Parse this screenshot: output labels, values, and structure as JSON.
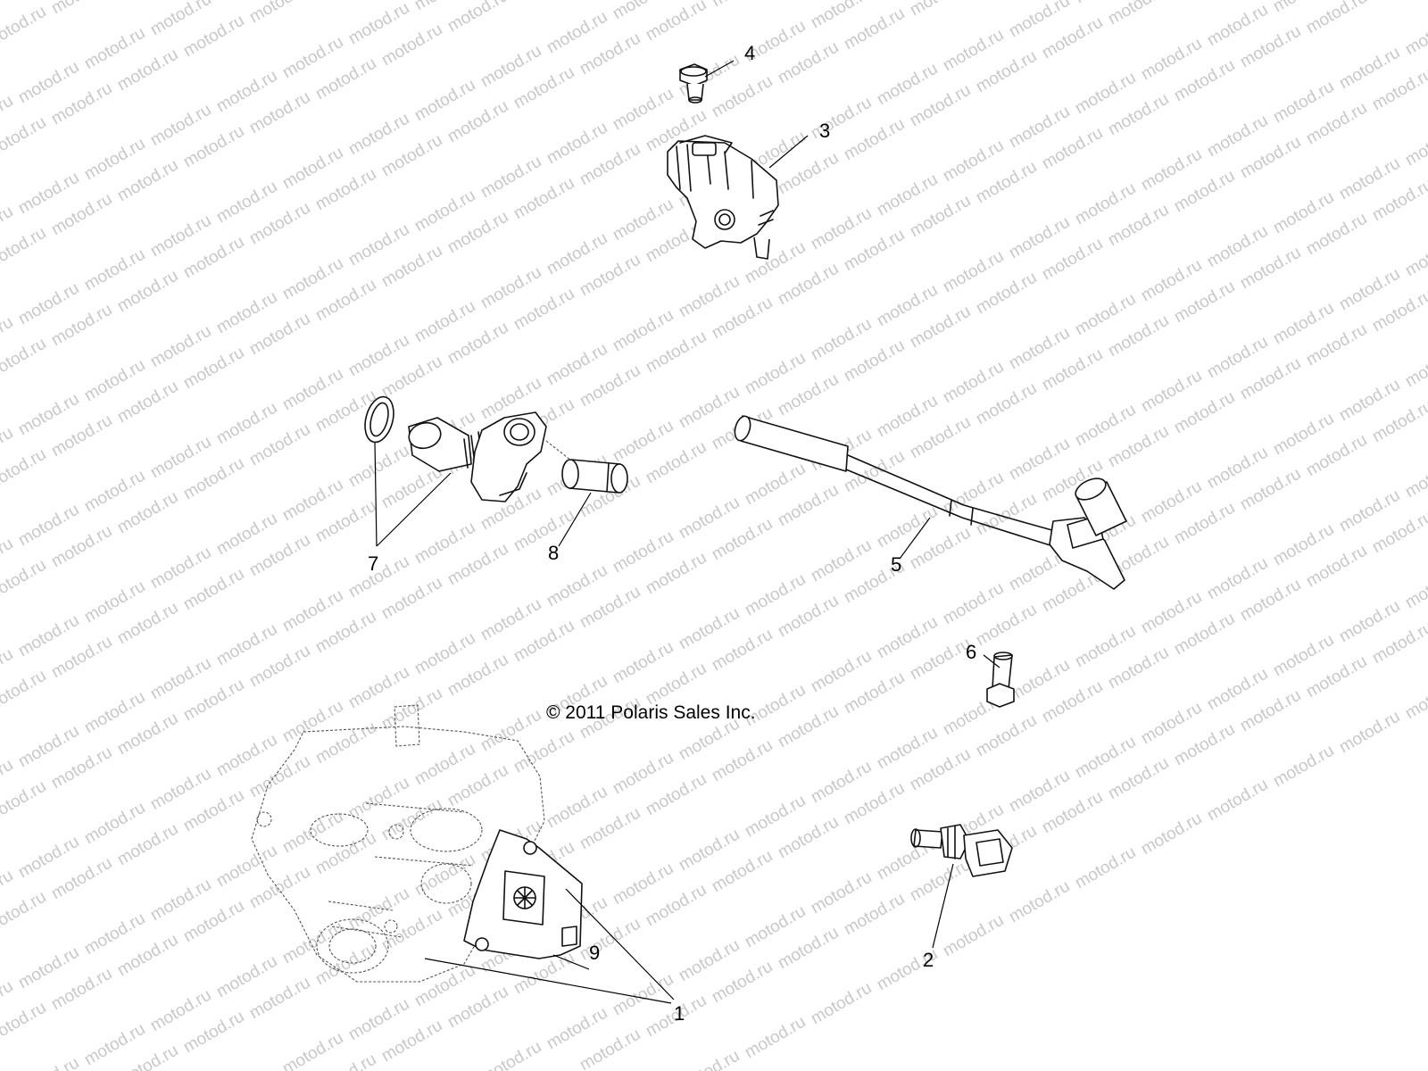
{
  "watermark": {
    "text": "motod.ru"
  },
  "copyright": "© 2011 Polaris Sales Inc.",
  "callouts": [
    {
      "label": "1"
    },
    {
      "label": "2"
    },
    {
      "label": "3"
    },
    {
      "label": "4"
    },
    {
      "label": "5"
    },
    {
      "label": "6"
    },
    {
      "label": "7"
    },
    {
      "label": "8"
    },
    {
      "label": "9"
    }
  ]
}
